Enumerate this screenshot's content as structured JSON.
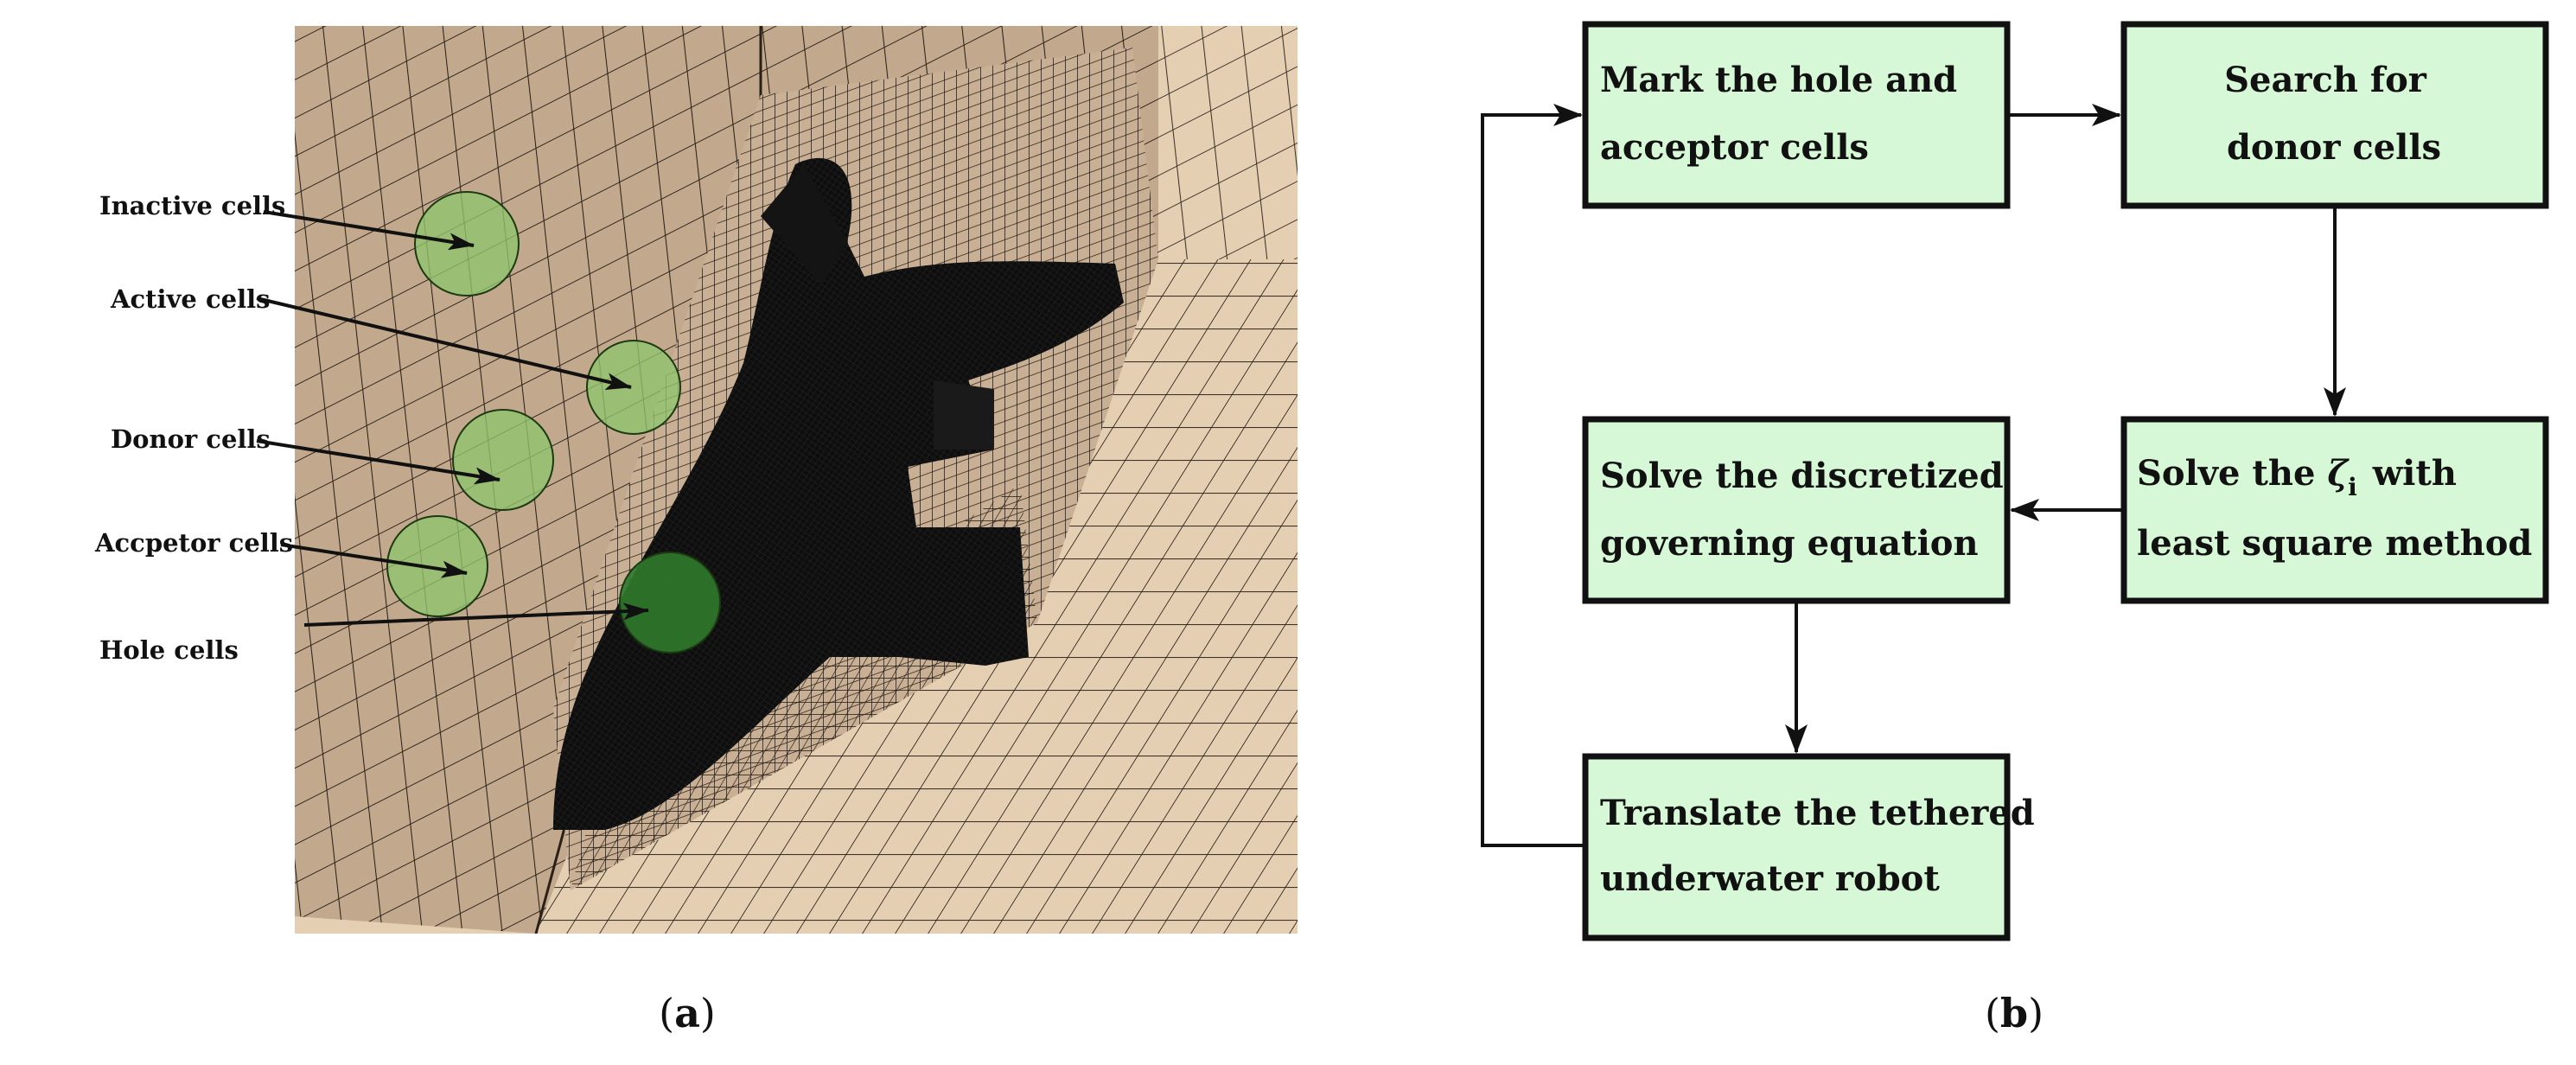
{
  "panel_a": {
    "labels": {
      "inactive": "Inactive cells",
      "active": "Active cells",
      "donor": "Donor cells",
      "acceptor": "Accpetor cells",
      "hole": "Hole cells"
    },
    "caption_letter": "a",
    "colors": {
      "mesh_dark": "#c2a98d",
      "mesh_light": "#e4cfb2",
      "grid_line": "#2a2018",
      "robot": "#0e0e0e",
      "marker_light": "#8fc46e",
      "marker_dark": "#2f7a2c"
    }
  },
  "panel_b": {
    "boxes": {
      "mark": [
        "Mark the hole and",
        "acceptor cells"
      ],
      "search": [
        "Search for",
        "donor cells"
      ],
      "solve_zeta": {
        "line1_prefix": "Solve the",
        "symbol": "ζ",
        "subscript": "i",
        "line1_suffix": "with",
        "line2": "least square method"
      },
      "solve_eq": [
        "Solve the discretized",
        "governing equation"
      ],
      "translate": [
        "Translate the tethered",
        "underwater robot"
      ]
    },
    "caption_letter": "b",
    "colors": {
      "box_fill": "#d6f8d6",
      "box_border": "#111111",
      "arrow": "#111111"
    }
  }
}
